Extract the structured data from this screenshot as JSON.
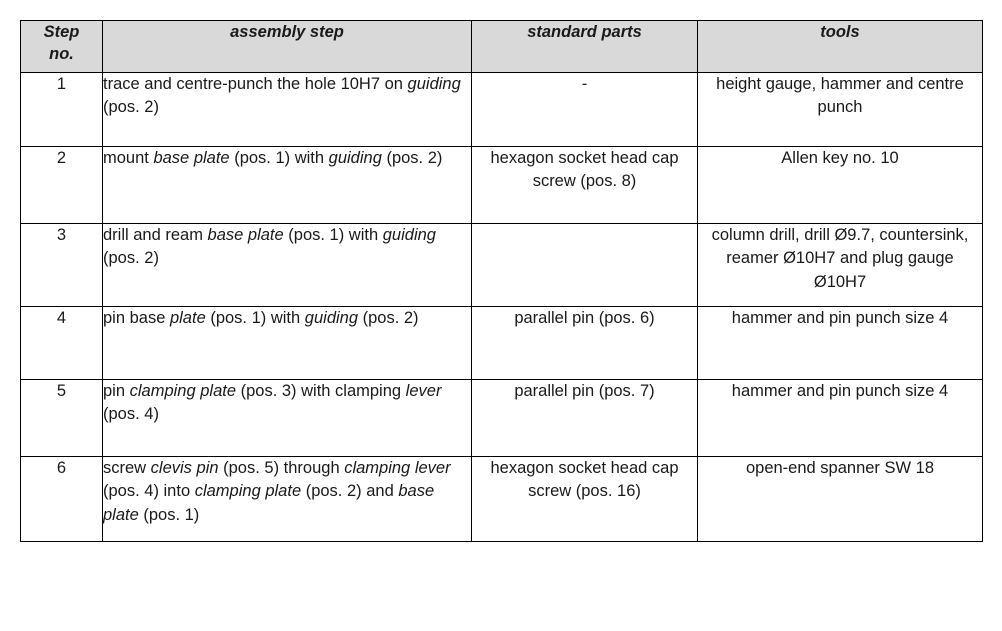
{
  "table": {
    "headers": {
      "step_no": "Step\nno.",
      "step_no_line1": "Step",
      "step_no_line2": "no.",
      "assembly_step": "assembly step",
      "standard_parts": "standard parts",
      "tools": "tools"
    },
    "colors": {
      "header_background": "#d9d9d9",
      "border": "#000000",
      "text": "#1a1a1a",
      "cell_background": "#ffffff"
    },
    "rows": [
      {
        "step_no": "1",
        "assembly_step": "trace and centre-punch the hole 10H7 on guiding (pos. 2)",
        "standard_parts": "-",
        "tools": "height gauge, hammer and centre punch"
      },
      {
        "step_no": "2",
        "assembly_step": "mount base plate (pos. 1) with guiding (pos. 2)",
        "standard_parts": "hexagon socket head cap screw (pos. 8)",
        "tools": "Allen key no. 10"
      },
      {
        "step_no": "3",
        "assembly_step": "drill and ream base plate (pos. 1) with guiding (pos. 2)",
        "standard_parts": "",
        "tools": "column drill, drill Ø9.7, countersink, reamer Ø10H7 and plug gauge Ø10H7"
      },
      {
        "step_no": "4",
        "assembly_step": "pin base plate (pos. 1) with guiding (pos. 2)",
        "standard_parts": "parallel pin (pos. 6)",
        "tools": "hammer and pin punch size 4"
      },
      {
        "step_no": "5",
        "assembly_step": "pin clamping plate (pos. 3) with clamping lever (pos. 4)",
        "standard_parts": "parallel pin (pos. 7)",
        "tools": "hammer and pin punch size 4"
      },
      {
        "step_no": "6",
        "assembly_step": "screw clevis pin (pos. 5) through clamping lever (pos. 4) into clamping plate (pos. 2) and base plate (pos. 1)",
        "standard_parts": "hexagon socket head cap screw (pos. 16)",
        "tools": "open-end spanner SW 18"
      }
    ],
    "rows_rich": [
      {
        "desc_parts": [
          {
            "t": "trace and centre-punch the hole 10H7 on ",
            "i": false
          },
          {
            "t": "guiding",
            "i": true
          },
          {
            "t": " (pos. 2)",
            "i": false
          }
        ]
      },
      {
        "desc_parts": [
          {
            "t": "mount ",
            "i": false
          },
          {
            "t": "base plate",
            "i": true
          },
          {
            "t": " (pos. 1) with ",
            "i": false
          },
          {
            "t": "guiding",
            "i": true
          },
          {
            "t": " (pos. 2)",
            "i": false
          }
        ]
      },
      {
        "desc_parts": [
          {
            "t": "drill and ream ",
            "i": false
          },
          {
            "t": "base plate",
            "i": true
          },
          {
            "t": " (pos. 1) with ",
            "i": false
          },
          {
            "t": "guiding",
            "i": true
          },
          {
            "t": " (pos. 2)",
            "i": false
          }
        ]
      },
      {
        "desc_parts": [
          {
            "t": "pin base ",
            "i": false
          },
          {
            "t": "plate",
            "i": true
          },
          {
            "t": " (pos. 1) with ",
            "i": false
          },
          {
            "t": "guiding",
            "i": true
          },
          {
            "t": " (pos. 2)",
            "i": false
          }
        ]
      },
      {
        "desc_parts": [
          {
            "t": "pin ",
            "i": false
          },
          {
            "t": "clamping plate",
            "i": true
          },
          {
            "t": " (pos. 3) with clamping ",
            "i": false
          },
          {
            "t": "lever",
            "i": true
          },
          {
            "t": " (pos. 4)",
            "i": false
          }
        ]
      },
      {
        "desc_parts": [
          {
            "t": "screw ",
            "i": false
          },
          {
            "t": "clevis pin",
            "i": true
          },
          {
            "t": " (pos. 5) through ",
            "i": false
          },
          {
            "t": "clamping lever",
            "i": true
          },
          {
            "t": " (pos. 4) into ",
            "i": false
          },
          {
            "t": "clamping plate",
            "i": true
          },
          {
            "t": " (pos. 2) and ",
            "i": false
          },
          {
            "t": "base plate",
            "i": true
          },
          {
            "t": " (pos. 1)",
            "i": false
          }
        ]
      }
    ]
  }
}
